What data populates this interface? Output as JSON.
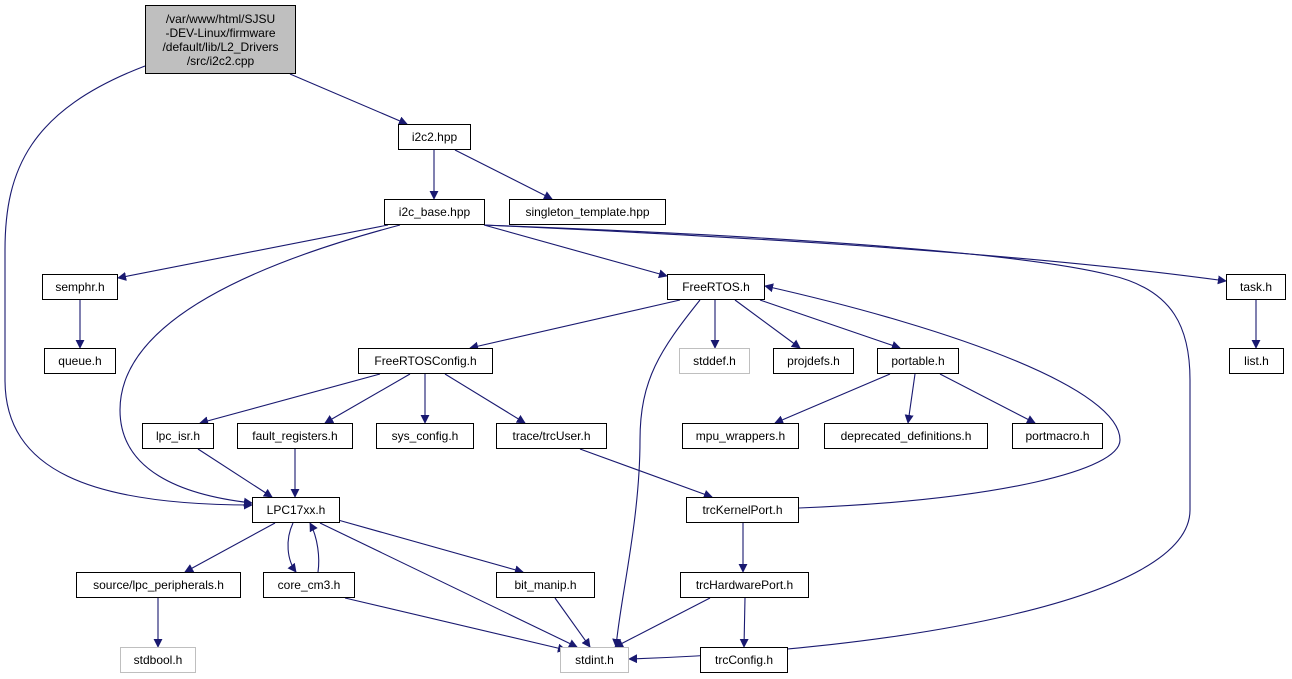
{
  "graph": {
    "edge_color": "#191970",
    "focus_fill": "#bfbfbf",
    "external_border": "#bfbfbf",
    "nodes": {
      "i2c2_cpp": {
        "label": "/var/www/html/SJSU\n-DEV-Linux/firmware\n/default/lib/L2_Drivers\n/src/i2c2.cpp",
        "kind": "focus"
      },
      "i2c2_hpp": {
        "label": "i2c2.hpp",
        "kind": "linked"
      },
      "i2c_base_hpp": {
        "label": "i2c_base.hpp",
        "kind": "linked"
      },
      "singleton_template_hpp": {
        "label": "singleton_template.hpp",
        "kind": "linked"
      },
      "semphr_h": {
        "label": "semphr.h",
        "kind": "linked"
      },
      "queue_h": {
        "label": "queue.h",
        "kind": "linked"
      },
      "freertos_h": {
        "label": "FreeRTOS.h",
        "kind": "linked"
      },
      "task_h": {
        "label": "task.h",
        "kind": "linked"
      },
      "list_h": {
        "label": "list.h",
        "kind": "linked"
      },
      "freertosconfig_h": {
        "label": "FreeRTOSConfig.h",
        "kind": "linked"
      },
      "stddef_h": {
        "label": "stddef.h",
        "kind": "external"
      },
      "projdefs_h": {
        "label": "projdefs.h",
        "kind": "linked"
      },
      "portable_h": {
        "label": "portable.h",
        "kind": "linked"
      },
      "lpc_isr_h": {
        "label": "lpc_isr.h",
        "kind": "linked"
      },
      "fault_registers_h": {
        "label": "fault_registers.h",
        "kind": "linked"
      },
      "sys_config_h": {
        "label": "sys_config.h",
        "kind": "linked"
      },
      "trcuser_h": {
        "label": "trace/trcUser.h",
        "kind": "linked"
      },
      "mpu_wrappers_h": {
        "label": "mpu_wrappers.h",
        "kind": "linked"
      },
      "deprecated_definitions_h": {
        "label": "deprecated_definitions.h",
        "kind": "linked"
      },
      "portmacro_h": {
        "label": "portmacro.h",
        "kind": "linked"
      },
      "lpc17xx_h": {
        "label": "LPC17xx.h",
        "kind": "linked"
      },
      "trckernelport_h": {
        "label": "trcKernelPort.h",
        "kind": "linked"
      },
      "lpc_peripherals_h": {
        "label": "source/lpc_peripherals.h",
        "kind": "linked"
      },
      "core_cm3_h": {
        "label": "core_cm3.h",
        "kind": "linked"
      },
      "bit_manip_h": {
        "label": "bit_manip.h",
        "kind": "linked"
      },
      "trchardwareport_h": {
        "label": "trcHardwarePort.h",
        "kind": "linked"
      },
      "stdbool_h": {
        "label": "stdbool.h",
        "kind": "external"
      },
      "stdint_h": {
        "label": "stdint.h",
        "kind": "external"
      },
      "trcconfig_h": {
        "label": "trcConfig.h",
        "kind": "linked"
      }
    },
    "edges": [
      {
        "from": "i2c2_cpp",
        "to": "i2c2_hpp"
      },
      {
        "from": "i2c2_cpp",
        "to": "lpc17xx_h"
      },
      {
        "from": "i2c2_hpp",
        "to": "i2c_base_hpp"
      },
      {
        "from": "i2c2_hpp",
        "to": "singleton_template_hpp"
      },
      {
        "from": "i2c_base_hpp",
        "to": "semphr_h"
      },
      {
        "from": "i2c_base_hpp",
        "to": "freertos_h"
      },
      {
        "from": "i2c_base_hpp",
        "to": "task_h"
      },
      {
        "from": "i2c_base_hpp",
        "to": "lpc17xx_h"
      },
      {
        "from": "i2c_base_hpp",
        "to": "stdint_h"
      },
      {
        "from": "semphr_h",
        "to": "queue_h"
      },
      {
        "from": "task_h",
        "to": "list_h"
      },
      {
        "from": "freertos_h",
        "to": "freertosconfig_h"
      },
      {
        "from": "freertos_h",
        "to": "stddef_h"
      },
      {
        "from": "freertos_h",
        "to": "projdefs_h"
      },
      {
        "from": "freertos_h",
        "to": "portable_h"
      },
      {
        "from": "freertos_h",
        "to": "stdint_h"
      },
      {
        "from": "freertosconfig_h",
        "to": "lpc_isr_h"
      },
      {
        "from": "freertosconfig_h",
        "to": "fault_registers_h"
      },
      {
        "from": "freertosconfig_h",
        "to": "sys_config_h"
      },
      {
        "from": "freertosconfig_h",
        "to": "trcuser_h"
      },
      {
        "from": "portable_h",
        "to": "mpu_wrappers_h"
      },
      {
        "from": "portable_h",
        "to": "deprecated_definitions_h"
      },
      {
        "from": "portable_h",
        "to": "portmacro_h"
      },
      {
        "from": "lpc_isr_h",
        "to": "lpc17xx_h"
      },
      {
        "from": "fault_registers_h",
        "to": "lpc17xx_h"
      },
      {
        "from": "trcuser_h",
        "to": "trckernelport_h"
      },
      {
        "from": "trckernelport_h",
        "to": "freertos_h"
      },
      {
        "from": "trckernelport_h",
        "to": "trchardwareport_h"
      },
      {
        "from": "lpc17xx_h",
        "to": "lpc_peripherals_h"
      },
      {
        "from": "lpc17xx_h",
        "to": "core_cm3_h"
      },
      {
        "from": "lpc17xx_h",
        "to": "bit_manip_h"
      },
      {
        "from": "lpc17xx_h",
        "to": "stdint_h"
      },
      {
        "from": "core_cm3_h",
        "to": "lpc17xx_h"
      },
      {
        "from": "core_cm3_h",
        "to": "stdint_h"
      },
      {
        "from": "lpc_peripherals_h",
        "to": "stdbool_h"
      },
      {
        "from": "bit_manip_h",
        "to": "stdint_h"
      },
      {
        "from": "trchardwareport_h",
        "to": "stdint_h"
      },
      {
        "from": "trchardwareport_h",
        "to": "trcconfig_h"
      }
    ]
  }
}
